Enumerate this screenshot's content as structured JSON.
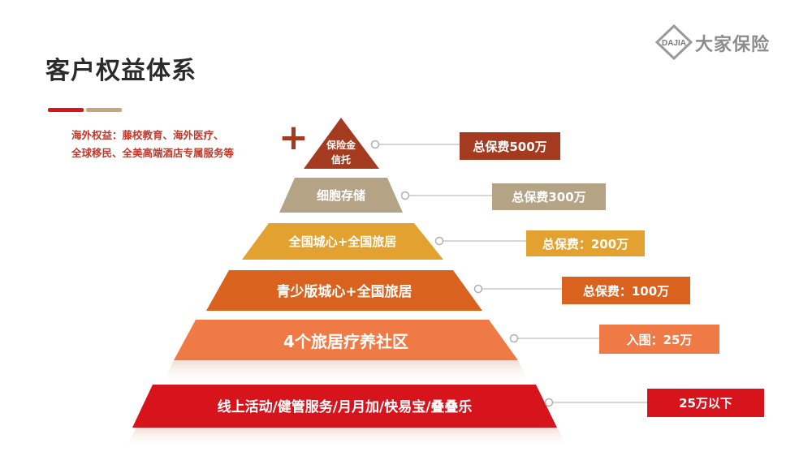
{
  "header": {
    "title": "客户权益体系"
  },
  "brand": {
    "mark": "DAJIA",
    "name": "大家保险"
  },
  "overseas": {
    "line1": "海外权益：藤校教育、海外医疗、",
    "line2": "全球移民、全美高端酒店专属服务等"
  },
  "plus_symbol": "+",
  "levels": [
    {
      "name_line1": "保险金",
      "name_line2": "信托",
      "tag": "总保费500万",
      "color": "#a43a1f",
      "tag_color": "#a43a1f"
    },
    {
      "name": "细胞存储",
      "tag": "总保费300万",
      "color": "#b5a386",
      "tag_color": "#b5a386"
    },
    {
      "name": "全国城心+全国旅居",
      "tag": "总保费：200万",
      "color": "#e3a12f",
      "tag_color": "#e3a12f"
    },
    {
      "name": "青少版城心+全国旅居",
      "tag": "总保费：100万",
      "color": "#d9621f",
      "tag_color": "#d9621f"
    },
    {
      "name": "4个旅居疗养社区",
      "tag": "入围：25万",
      "color": "#f07a45",
      "tag_color": "#f07a45"
    },
    {
      "name": "线上活动/健管服务/月月加/快易宝/叠叠乐",
      "tag": "25万以下",
      "color": "#d7141c",
      "tag_color": "#d7141c"
    }
  ]
}
